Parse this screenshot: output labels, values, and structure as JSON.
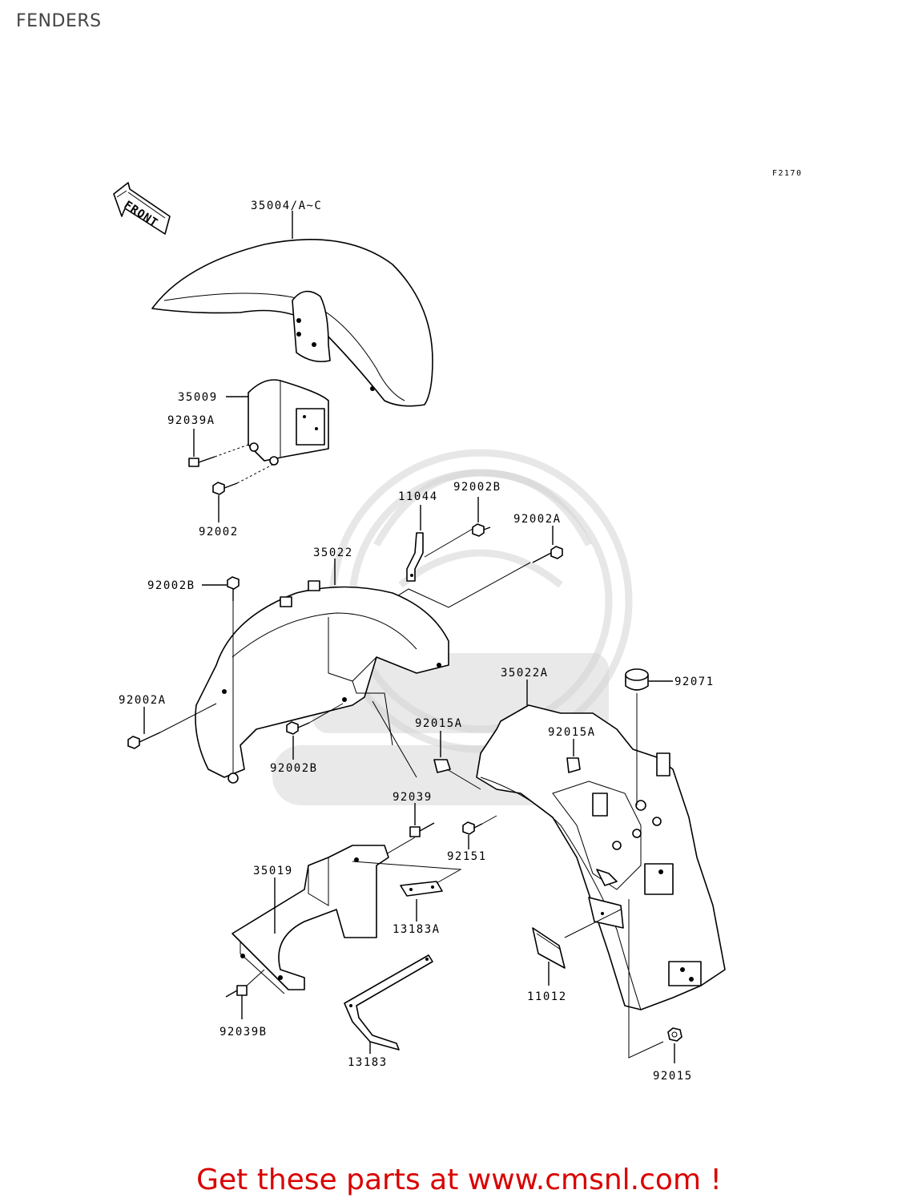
{
  "page": {
    "title": "FENDERS",
    "figure_code": "F2170",
    "front_label": "FRONT",
    "footer_text": "Get these parts at www.cmsnl.com !"
  },
  "labels": {
    "l35004": "35004/A~C",
    "l35009": "35009",
    "l92039A": "92039A",
    "l92002": "92002",
    "l11044": "11044",
    "l92002B_top": "92002B",
    "l92002A_top": "92002A",
    "l35022": "35022",
    "l92002B_left": "92002B",
    "l92002A_left": "92002A",
    "l92002B_mid": "92002B",
    "l35022A": "35022A",
    "l92071": "92071",
    "l92015A_left": "92015A",
    "l92015A_right": "92015A",
    "l92039": "92039",
    "l92151": "92151",
    "l35019": "35019",
    "l13183A": "13183A",
    "l11012": "11012",
    "l92039B": "92039B",
    "l13183": "13183",
    "l92015": "92015"
  }
}
